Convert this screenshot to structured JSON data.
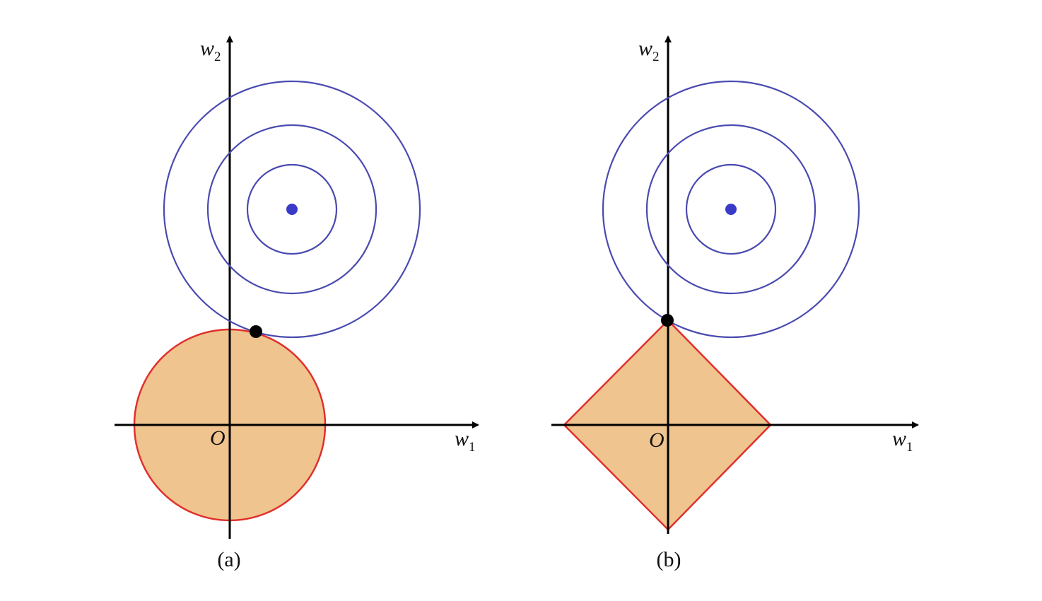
{
  "colors": {
    "contour": "#4a4ab0",
    "center_point": "#3a3ac8",
    "region_fill": "#efc48e",
    "region_stroke": "#e0302c",
    "axis": "#000000",
    "tangent_point": "#000000"
  },
  "panels": [
    {
      "caption": "(a)",
      "x_axis": {
        "name": "w",
        "subscript": "1"
      },
      "y_axis": {
        "name": "w",
        "subscript": "2"
      },
      "origin_label": "O",
      "constraint_shape": "circle",
      "contour_levels": 3
    },
    {
      "caption": "(b)",
      "x_axis": {
        "name": "w",
        "subscript": "1"
      },
      "y_axis": {
        "name": "w",
        "subscript": "2"
      },
      "origin_label": "O",
      "constraint_shape": "diamond",
      "contour_levels": 3
    }
  ]
}
